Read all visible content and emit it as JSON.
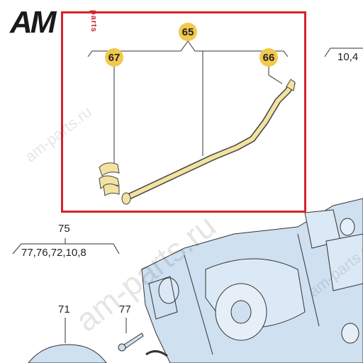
{
  "brand": {
    "logo_main": "AM",
    "logo_side": "parts"
  },
  "callouts": {
    "c65": "65",
    "c67": "67",
    "c66": "66"
  },
  "labels": {
    "l10_4": "10,4",
    "l75": "75",
    "l75_refs": "77,76,72,10,8",
    "l71": "71",
    "l77": "77"
  },
  "watermarks": {
    "wm1": "am-parts.ru",
    "wm2": "am-parts.ru",
    "wm3": "am-parts.ru"
  },
  "colors": {
    "frame": "#d8222a",
    "callout": "#f2c94c",
    "pipe": "#f3e3a0",
    "part_blue": "#cfe0f0"
  }
}
